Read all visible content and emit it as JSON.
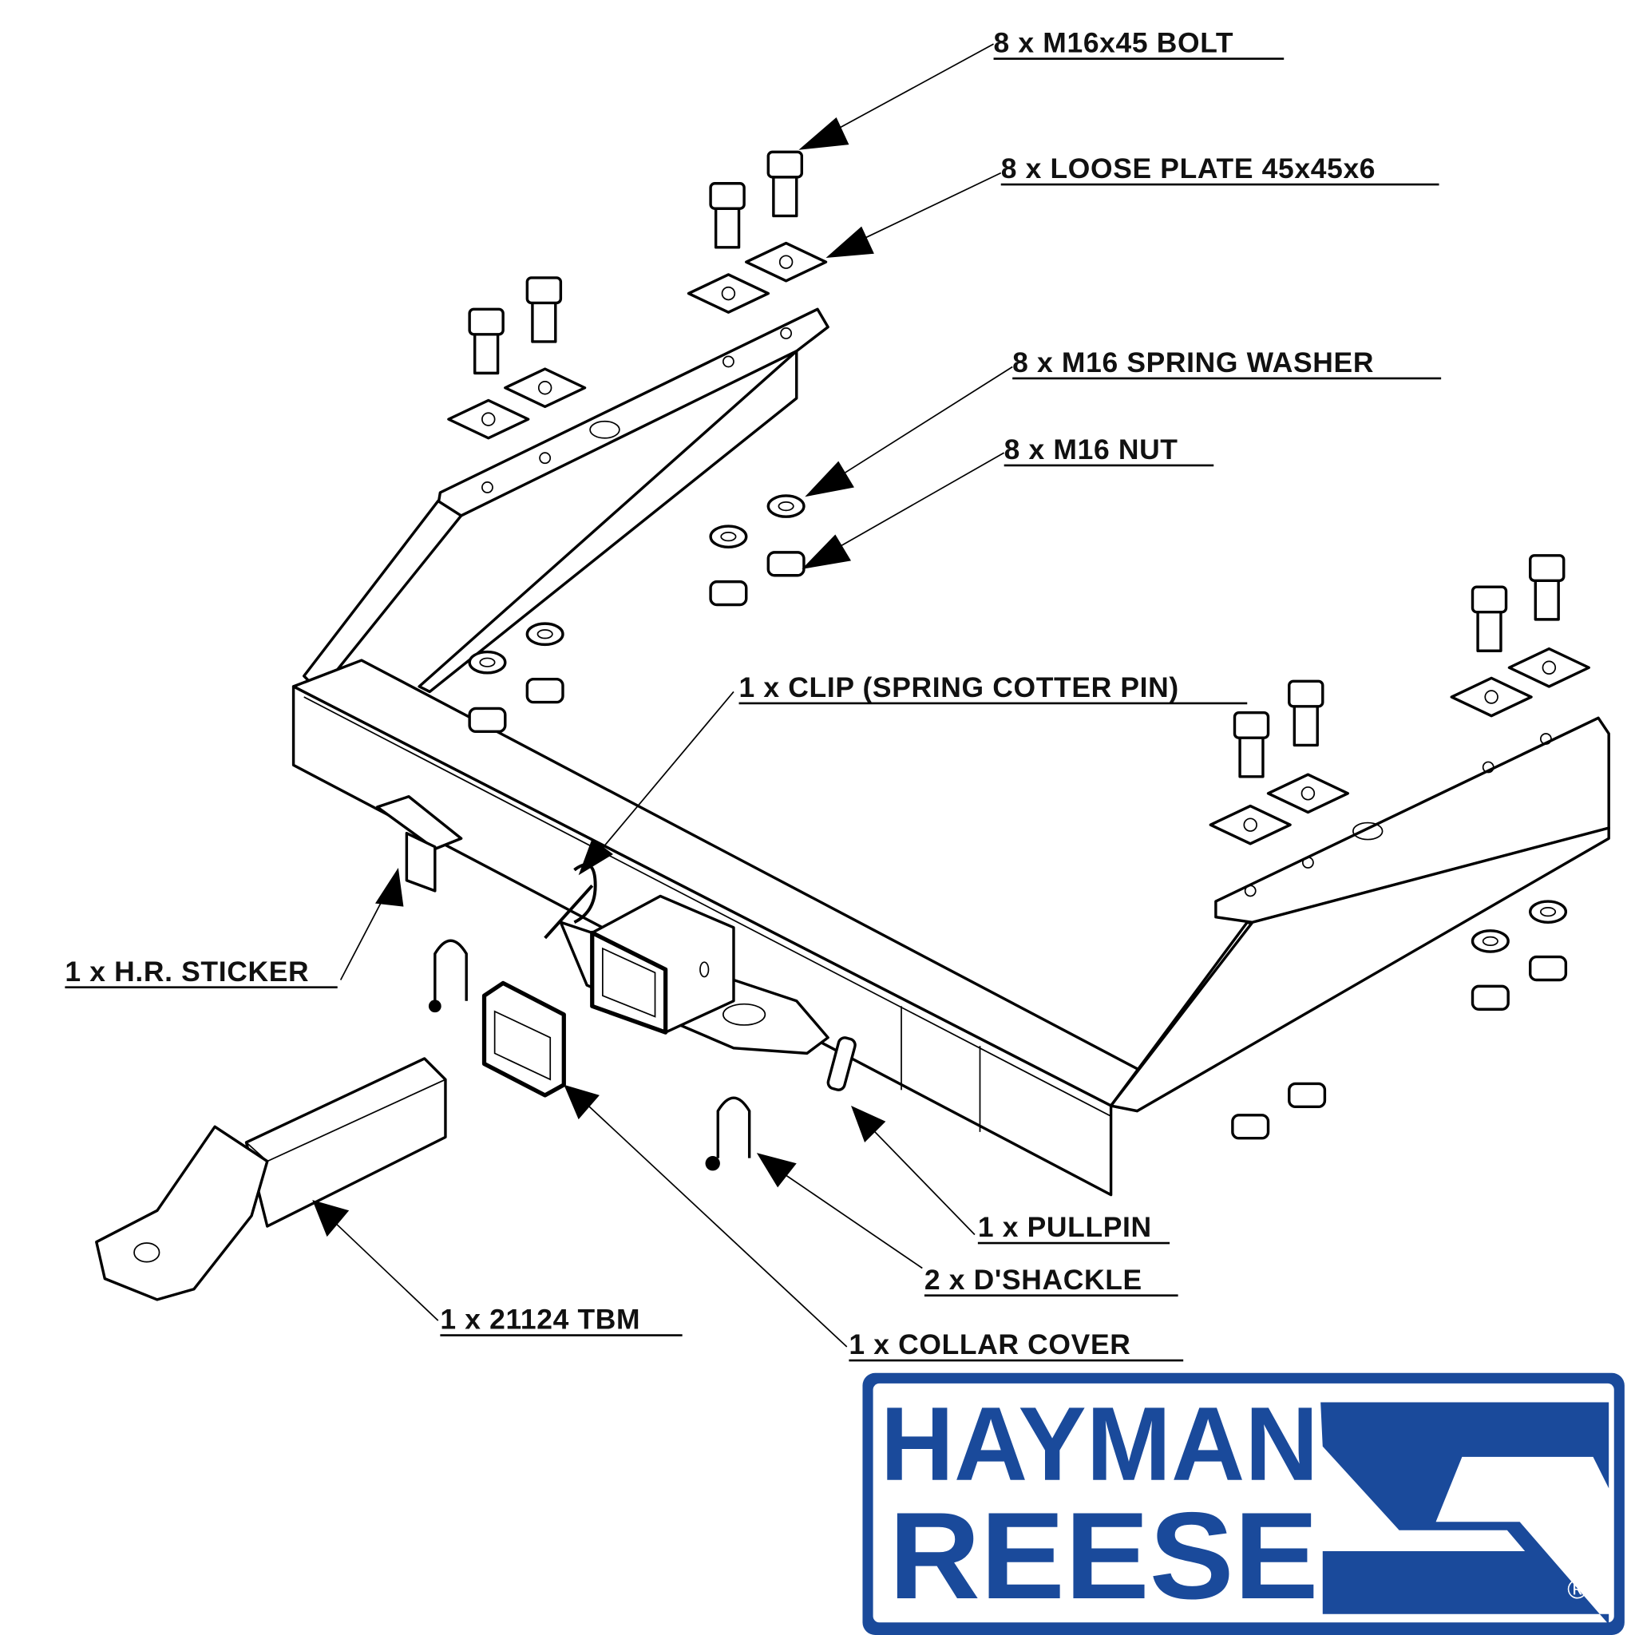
{
  "labels": {
    "bolt": "8 x M16x45 BOLT",
    "loose_plate": "8 x LOOSE PLATE 45x45x6",
    "spring_washer": "8 x M16 SPRING WASHER",
    "nut": "8 x M16 NUT",
    "clip": "1 x CLIP (SPRING COTTER PIN)",
    "sticker": "1 x H.R. STICKER",
    "pullpin": "1 x PULLPIN",
    "dshackle": "2 x D'SHACKLE",
    "tbm": "1 x 21124 TBM",
    "collar_cover": "1 x COLLAR COVER"
  },
  "logo": {
    "line1": "HAYMAN",
    "line2": "REESE",
    "registered": "®",
    "color": "#1a4a9b"
  }
}
